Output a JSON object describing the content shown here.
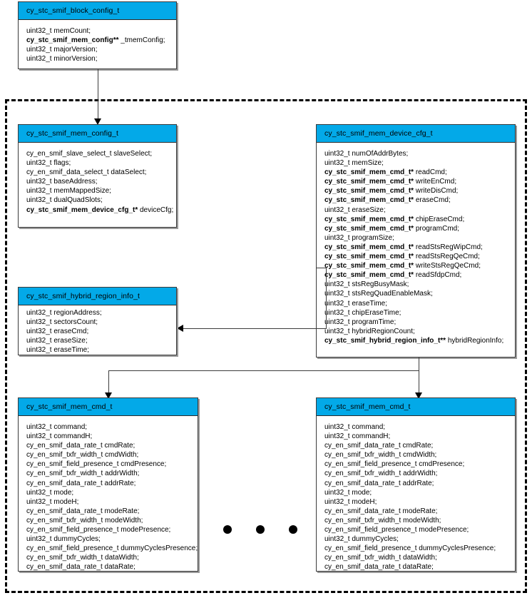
{
  "diagram": {
    "title": "SMIF memory configuration structure diagram",
    "header_color": "#03a9e8",
    "box_border_color": "#3a3a3a",
    "group_border_color": "#000000"
  },
  "boxes": {
    "block_config": {
      "title": "cy_stc_smif_block_config_t",
      "attributes": [
        {
          "text": "uint32_t memCount;",
          "bold": false
        },
        {
          "text": "cy_stc_smif_mem_config** _tmemConfig;",
          "bold": true
        },
        {
          "text": "uint32_t majorVersion;",
          "bold": false
        },
        {
          "text": "uint32_t minorVersion;",
          "bold": false
        }
      ]
    },
    "mem_config": {
      "title": "cy_stc_smif_mem_config_t",
      "attributes": [
        {
          "text": "cy_en_smif_slave_select_t slaveSelect;",
          "bold": false
        },
        {
          "text": "uint32_t flags;",
          "bold": false
        },
        {
          "text": "cy_en_smif_data_select_t dataSelect;",
          "bold": false
        },
        {
          "text": "uint32_t baseAddress;",
          "bold": false
        },
        {
          "text": "uint32_t memMappedSize;",
          "bold": false
        },
        {
          "text": "uint32_t dualQuadSlots;",
          "bold": false
        },
        {
          "text": "cy_stc_smif_mem_device_cfg_t* deviceCfg;",
          "bold": true
        }
      ]
    },
    "mem_device_cfg": {
      "title": "cy_stc_smif_mem_device_cfg_t",
      "attributes": [
        {
          "text": "uint32_t numOfAddrBytes;",
          "bold": false
        },
        {
          "text": "uint32_t memSize;",
          "bold": false
        },
        {
          "text": "cy_stc_smif_mem_cmd_t* readCmd;",
          "bold": true
        },
        {
          "text": "cy_stc_smif_mem_cmd_t* writeEnCmd;",
          "bold": true
        },
        {
          "text": "cy_stc_smif_mem_cmd_t* writeDisCmd;",
          "bold": true
        },
        {
          "text": "cy_stc_smif_mem_cmd_t* eraseCmd;",
          "bold": true
        },
        {
          "text": "uint32_t eraseSize;",
          "bold": false
        },
        {
          "text": "cy_stc_smif_mem_cmd_t* chipEraseCmd;",
          "bold": true
        },
        {
          "text": "cy_stc_smif_mem_cmd_t* programCmd;",
          "bold": true
        },
        {
          "text": "uint32_t programSize;",
          "bold": false
        },
        {
          "text": "cy_stc_smif_mem_cmd_t* readStsRegWipCmd;",
          "bold": true
        },
        {
          "text": "cy_stc_smif_mem_cmd_t* readStsRegQeCmd;",
          "bold": true
        },
        {
          "text": "cy_stc_smif_mem_cmd_t* writeStsRegQeCmd;",
          "bold": true
        },
        {
          "text": "cy_stc_smif_mem_cmd_t* readSfdpCmd;",
          "bold": true
        },
        {
          "text": "uint32_t stsRegBusyMask;",
          "bold": false
        },
        {
          "text": "uint32_t stsRegQuadEnableMask;",
          "bold": false
        },
        {
          "text": "uint32_t eraseTime;",
          "bold": false
        },
        {
          "text": "uint32_t chipEraseTime;",
          "bold": false
        },
        {
          "text": "uint32_t programTime;",
          "bold": false
        },
        {
          "text": "uint32_t hybridRegionCount;",
          "bold": false
        },
        {
          "text": "cy_stc_smif_hybrid_region_info_t** hybridRegionInfo;",
          "bold": true
        }
      ]
    },
    "hybrid_region_info": {
      "title": "cy_stc_smif_hybrid_region_info_t",
      "attributes": [
        {
          "text": "uint32_t regionAddress;",
          "bold": false
        },
        {
          "text": "uint32_t sectorsCount;",
          "bold": false
        },
        {
          "text": "uint32_t eraseCmd;",
          "bold": false
        },
        {
          "text": "uint32_t eraseSize;",
          "bold": false
        },
        {
          "text": "uint32_t eraseTime;",
          "bold": false
        }
      ]
    },
    "mem_cmd_left": {
      "title": "cy_stc_smif_mem_cmd_t",
      "attributes": [
        {
          "text": "uint32_t command;",
          "bold": false
        },
        {
          "text": "uint32_t commandH;",
          "bold": false
        },
        {
          "text": "cy_en_smif_data_rate_t cmdRate;",
          "bold": false
        },
        {
          "text": "cy_en_smif_txfr_width_t cmdWidth;",
          "bold": false
        },
        {
          "text": "cy_en_smif_field_presence_t cmdPresence;",
          "bold": false
        },
        {
          "text": "cy_en_smif_txfr_width_t addrWidth;",
          "bold": false
        },
        {
          "text": "cy_en_smif_data_rate_t addrRate;",
          "bold": false
        },
        {
          "text": "uint32_t mode;",
          "bold": false
        },
        {
          "text": "uint32_t modeH;",
          "bold": false
        },
        {
          "text": "cy_en_smif_data_rate_t modeRate;",
          "bold": false
        },
        {
          "text": "cy_en_smif_txfr_width_t modeWidth;",
          "bold": false
        },
        {
          "text": "cy_en_smif_field_presence_t modePresence;",
          "bold": false
        },
        {
          "text": "uint32_t dummyCycles;",
          "bold": false
        },
        {
          "text": "cy_en_smif_field_presence_t dummyCyclesPresence;",
          "bold": false
        },
        {
          "text": "cy_en_smif_txfr_width_t dataWidth;",
          "bold": false
        },
        {
          "text": "cy_en_smif_data_rate_t dataRate;",
          "bold": false
        }
      ]
    },
    "mem_cmd_right": {
      "title": "cy_stc_smif_mem_cmd_t",
      "attributes": [
        {
          "text": "uint32_t command;",
          "bold": false
        },
        {
          "text": "uint32_t commandH;",
          "bold": false
        },
        {
          "text": "cy_en_smif_data_rate_t cmdRate;",
          "bold": false
        },
        {
          "text": "cy_en_smif_txfr_width_t cmdWidth;",
          "bold": false
        },
        {
          "text": "cy_en_smif_field_presence_t cmdPresence;",
          "bold": false
        },
        {
          "text": "cy_en_smif_txfr_width_t addrWidth;",
          "bold": false
        },
        {
          "text": "cy_en_smif_data_rate_t addrRate;",
          "bold": false
        },
        {
          "text": "uint32_t mode;",
          "bold": false
        },
        {
          "text": "uint32_t modeH;",
          "bold": false
        },
        {
          "text": "cy_en_smif_data_rate_t modeRate;",
          "bold": false
        },
        {
          "text": "cy_en_smif_txfr_width_t modeWidth;",
          "bold": false
        },
        {
          "text": "cy_en_smif_field_presence_t modePresence;",
          "bold": false
        },
        {
          "text": "uint32_t dummyCycles;",
          "bold": false
        },
        {
          "text": "cy_en_smif_field_presence_t dummyCyclesPresence;",
          "bold": false
        },
        {
          "text": "cy_en_smif_txfr_width_t dataWidth;",
          "bold": false
        },
        {
          "text": "cy_en_smif_data_rate_t dataRate;",
          "bold": false
        }
      ]
    }
  },
  "ellipsis": {
    "dot_count": 3
  }
}
